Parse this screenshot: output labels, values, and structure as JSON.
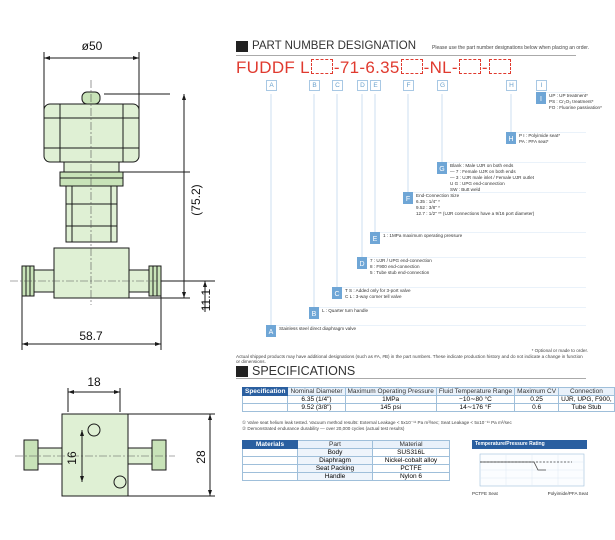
{
  "drawing": {
    "dims": {
      "top_width": "ø50",
      "height": "(75.2)",
      "side_height": "11.1",
      "body_length": "58.7",
      "port_spacing": "18",
      "port_offset": "16",
      "body_width": "28"
    }
  },
  "part_number": {
    "title": "PART NUMBER DESIGNATION",
    "note": "Please use the part number designations below when placing an order.",
    "code_parts": [
      "FUDDF L",
      "-71-6.35",
      "-NL-",
      "-"
    ],
    "letters": [
      "A",
      "B",
      "C",
      "D",
      "E",
      "F",
      "G",
      "H",
      "I"
    ],
    "groups": [
      {
        "letter": "I",
        "lines": [
          "UP : UP treatment*",
          "PS : Cr₂O₃ treatment*",
          "FO : Fluorine passivation*"
        ]
      },
      {
        "letter": "H",
        "lines": [
          "P I : Polyimide seat*",
          "PA : PFA seat*"
        ]
      },
      {
        "letter": "G",
        "lines": [
          "Blank : Male UJR on both ends",
          "— 7 : Female UJR on both ends",
          "— 3 : UJR male inlet / Female UJR outlet",
          "U G : UPG end-connection",
          "SW : Butt weld"
        ]
      },
      {
        "letter": "F",
        "lines": [
          "End-Connection Size",
          "6.35 : 1/4\" *",
          "9.52 : 3/8\" *",
          "12.7 : 1/2\" ** (UJR connections have a 9/16 port diameter)"
        ]
      },
      {
        "letter": "E",
        "lines": [
          "1 : 1MPa maximum operating pressure"
        ]
      },
      {
        "letter": "D",
        "lines": [
          "7 : UJR / UPG end-connection",
          "8 : F900 end-connection",
          "5 : Tube stub end-connection"
        ]
      },
      {
        "letter": "C",
        "lines": [
          "T S : Added only for 3-port valve",
          "C L : 3-way corner tell valve"
        ]
      },
      {
        "letter": "B",
        "lines": [
          "L : Quarter turn handle"
        ]
      },
      {
        "letter": "A",
        "lines": [
          "Stainless steel direct diaphragm valve"
        ]
      }
    ],
    "optional_note": "* Optional or made to order.",
    "footer": "Actual shipped products may have additional designations (such as #A, #B) in the part numbers. These indicate production history and do not indicate a change in function or dimensions."
  },
  "specifications": {
    "title": "SPECIFICATIONS",
    "spec_label": "Specification",
    "spec_headers": [
      "Nominal Diameter",
      "Maximum Operating Pressure",
      "Fluid Temperature Range",
      "Maximum CV",
      "Connection"
    ],
    "spec_rows": [
      [
        "6.35 (1/4\")",
        "1MPa",
        "−10∼80 °C",
        "0.25",
        "UJR, UPG, F900,"
      ],
      [
        "9.52 (3/8\")",
        "145 psi",
        "14∼176 °F",
        "0.6",
        "Tube Stub"
      ]
    ],
    "notes": [
      "① Valve seat helium leak tested. Vacuum method results: External Leakage < 5x10⁻¹¹ Pa m³/sec; Seat Leakage < 5x10⁻¹¹ Pa m³/sec",
      "② Demonstrated endurance durability — over 20,000 cycles (actual test results)"
    ],
    "materials_label": "Materials",
    "mat_headers": [
      "Part",
      "Material"
    ],
    "mat_rows": [
      [
        "Body",
        "SUS316L"
      ],
      [
        "Diaphragm",
        "Nickel-cobalt alloy"
      ],
      [
        "Seat Packing",
        "PCTFE"
      ],
      [
        "Handle",
        "Nylon 6"
      ]
    ],
    "tp_title": "Temperature/Pressure Rating",
    "tp_legend": [
      "PCTFE Seat",
      "Polyimide/PFA Seat"
    ]
  },
  "colors": {
    "accent_red": "#e03a2f",
    "table_blue": "#2a5fa0",
    "part_green": "#dff0d4"
  }
}
